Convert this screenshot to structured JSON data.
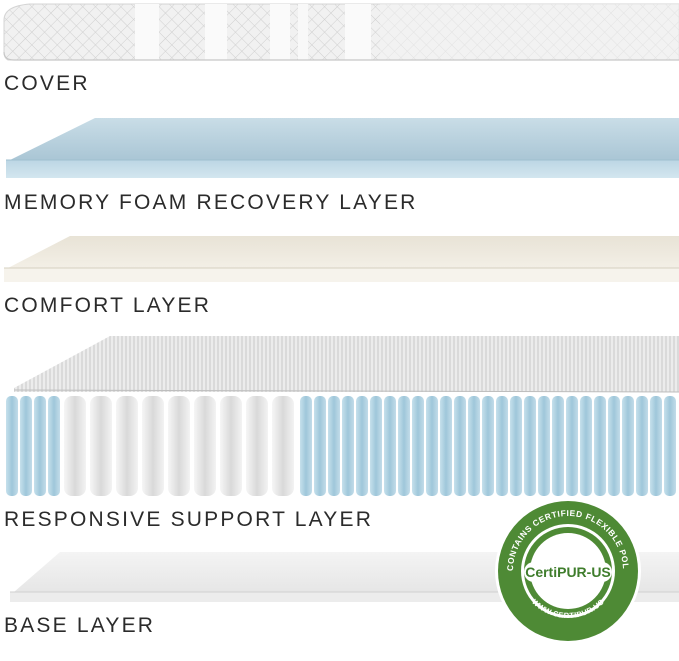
{
  "layers": [
    {
      "id": "cover",
      "label": "COVER"
    },
    {
      "id": "memory-foam",
      "label": "MEMORY FOAM RECOVERY LAYER"
    },
    {
      "id": "comfort",
      "label": "COMFORT LAYER"
    },
    {
      "id": "support",
      "label": "RESPONSIVE SUPPORT LAYER"
    },
    {
      "id": "base",
      "label": "BASE LAYER"
    }
  ],
  "seal": {
    "brand": "CertiPUR-US",
    "arc_text": "CONTAINS CERTIFIED FLEXIBLE POLYURETHANE FOAM",
    "url": "WWW.CERTIPUR.US"
  },
  "colors": {
    "memory_foam": "#b9d2df",
    "comfort": "#eeebe2",
    "coil_blue": "#a9cfe0",
    "seal_green": "#4e8a35",
    "label_text": "#2b2b2b"
  }
}
